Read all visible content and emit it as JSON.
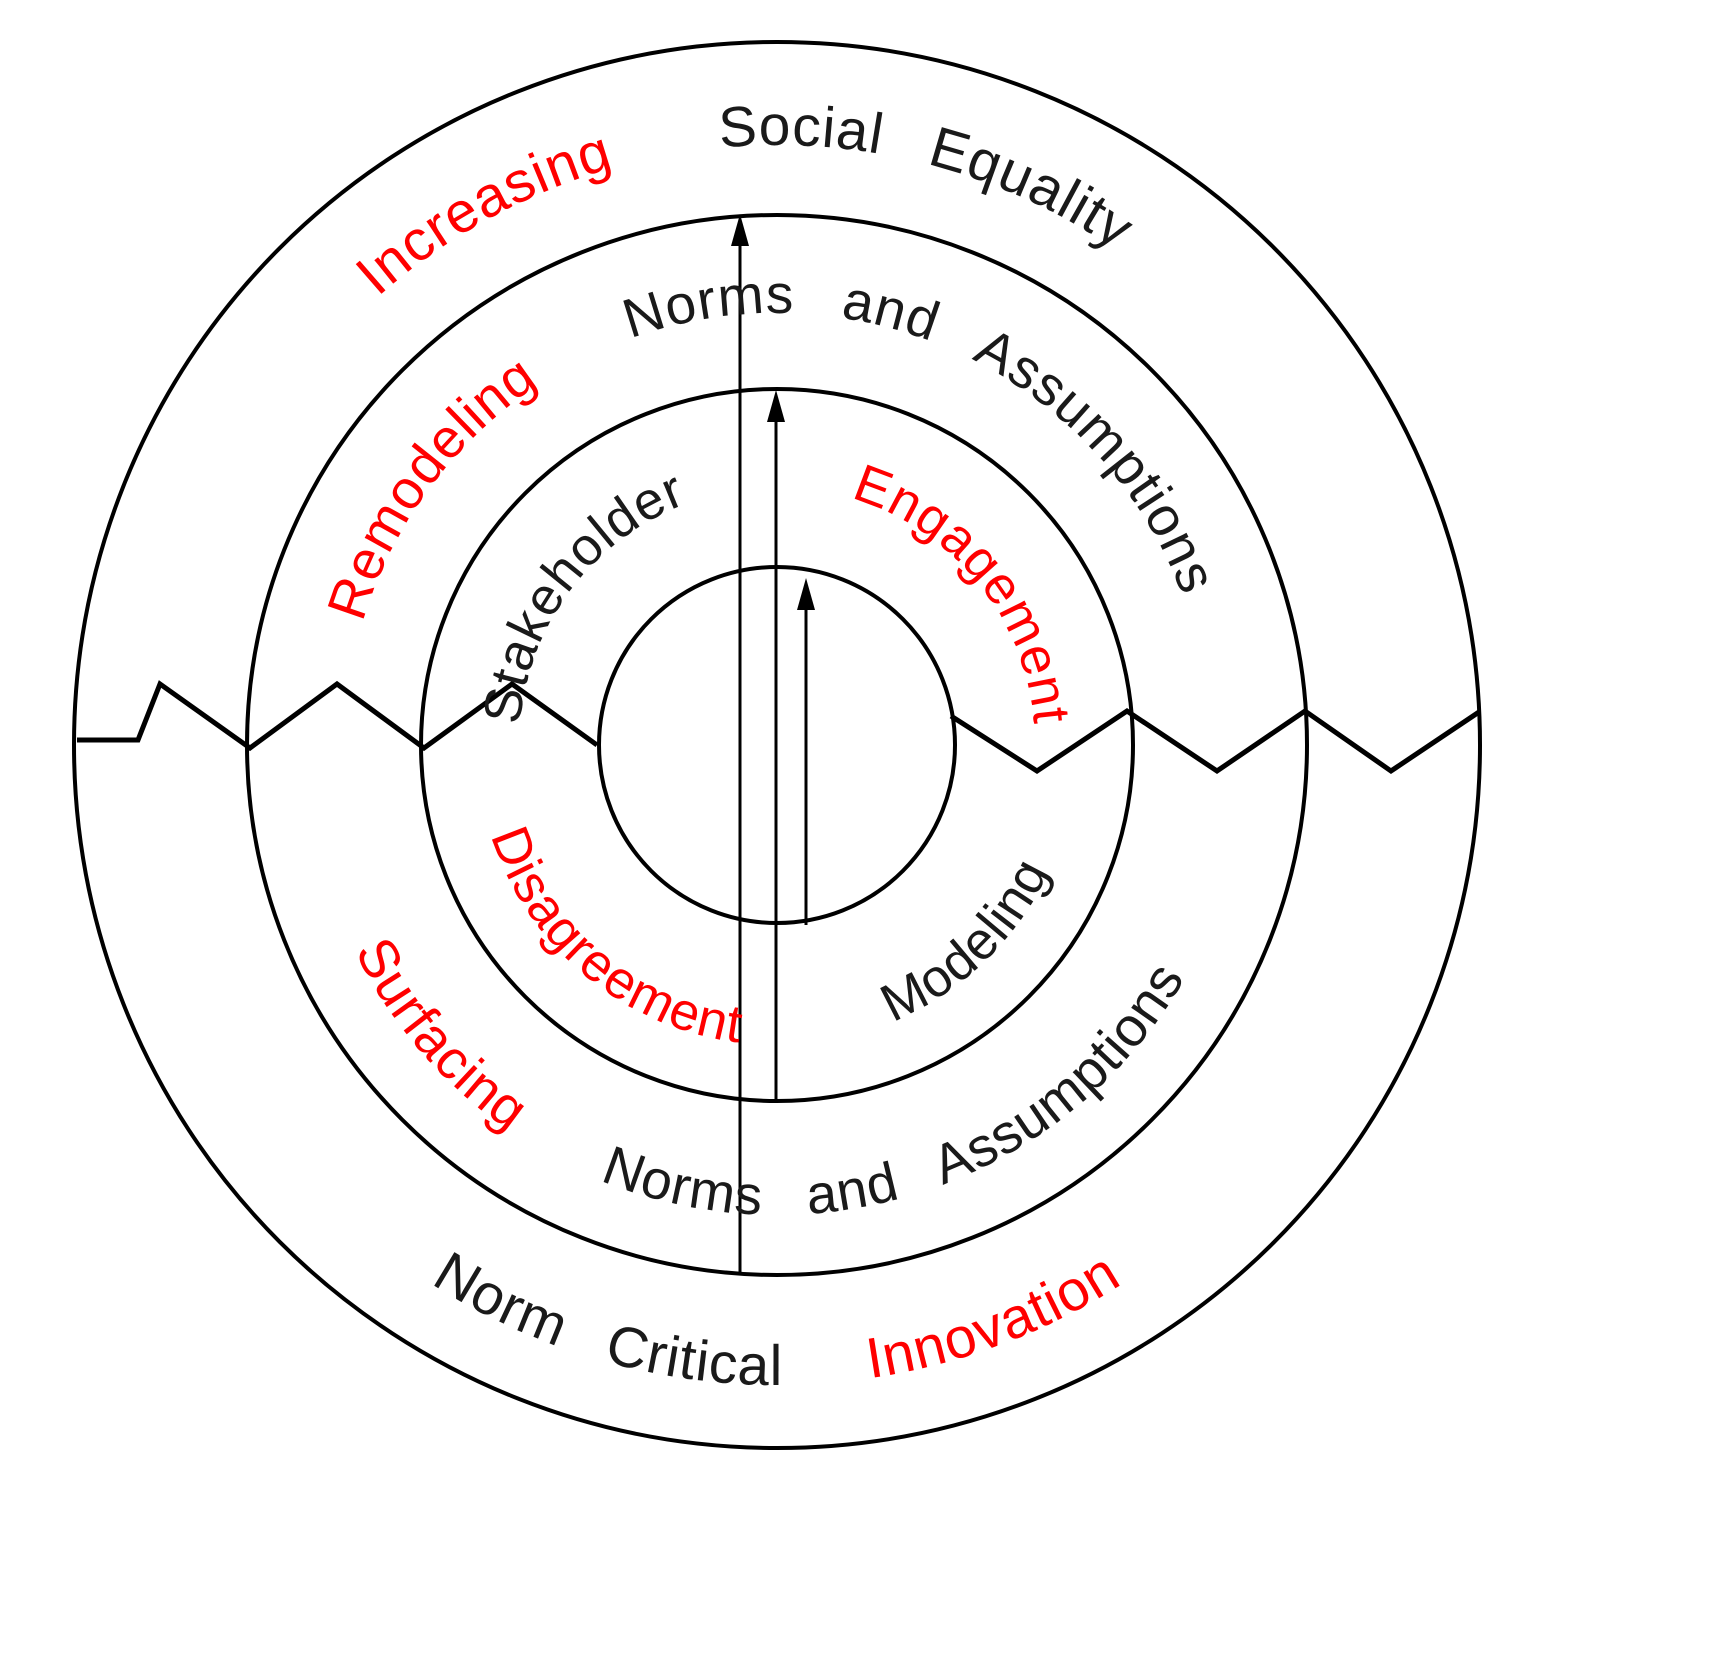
{
  "diagram": {
    "background": "#ffffff",
    "colors": {
      "accent_red": "#ff0000",
      "line_black": "#000000",
      "text_black": "#1a1a1a"
    },
    "outer_ring": {
      "top_red": "Increasing",
      "top_black": "Social Equality",
      "bottom_black": "Norm Critical",
      "bottom_red": "Innovation"
    },
    "middle_ring": {
      "top_red": "Remodeling",
      "top_black": "Norms and Assumptions",
      "bottom_red": "Surfacing",
      "bottom_black": "Norms and Assumptions"
    },
    "inner_ring": {
      "top_black": "Stakeholder",
      "top_red": "Engagement",
      "bottom_red": "Disagreement",
      "bottom_black": "Modeling"
    }
  }
}
